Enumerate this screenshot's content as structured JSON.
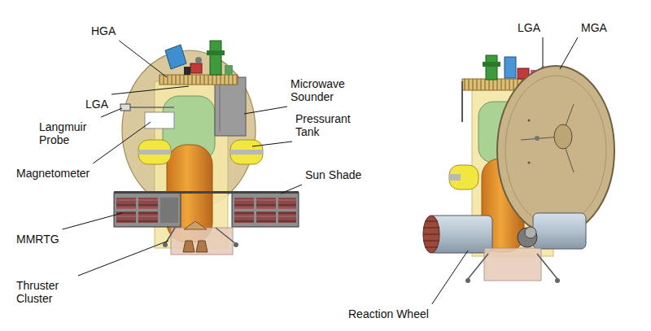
{
  "diagram": {
    "labels": [
      "HGA",
      "LGA",
      "Microwave Sounder",
      "Pressurant Tank",
      "Langmuir Probe",
      "Magnetometer",
      "Sun Shade",
      "MMRTG",
      "Thruster Cluster",
      "LGA",
      "MGA",
      "Reaction Wheel"
    ]
  }
}
